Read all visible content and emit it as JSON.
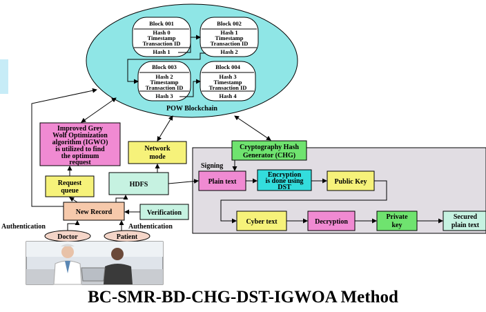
{
  "title": "BC-SMR-BD-CHG-DST-IGWOA Method",
  "blockchain": {
    "label": "POW Blockchain",
    "blocks": [
      {
        "name": "Block 001",
        "lines": [
          "Hash 0",
          "Timestamp",
          "Transaction ID"
        ],
        "footer": "Hash 1"
      },
      {
        "name": "Block 002",
        "lines": [
          "Hash 1",
          "Timestamp",
          "Transaction ID"
        ],
        "footer": "Hash 2"
      },
      {
        "name": "Block 003",
        "lines": [
          "Hash 2",
          "Timestamp",
          "Transaction ID"
        ],
        "footer": "Hash 3"
      },
      {
        "name": "Block 004",
        "lines": [
          "Hash 3",
          "Timestamp",
          "Transaction ID"
        ],
        "footer": "Hash 4"
      }
    ]
  },
  "igwo": {
    "lines": [
      "Improved Grey",
      "Wolf Optimization",
      "algorithm (IGWO)",
      "is utilized to find",
      "the optimum",
      "request"
    ]
  },
  "network_mode": {
    "lines": [
      "Network",
      "mode"
    ]
  },
  "request_queue": {
    "lines": [
      "Request",
      "queue"
    ]
  },
  "hdfs": "HDFS",
  "new_record": "New Record",
  "verification": "Verification",
  "authentication_left": "Authentication",
  "authentication_right": "Authentication",
  "doctor": "Doctor",
  "patient": "Patient",
  "chg": {
    "lines": [
      "Cryptography Hash",
      "Generator (CHG)"
    ]
  },
  "signing": "Signing",
  "plain_text": "Plain text",
  "encryption": {
    "lines": [
      "Encryption",
      "is done using",
      "DST"
    ]
  },
  "public_key": "Public Key",
  "cyber_text": "Cyber text",
  "decryption": "Decryption",
  "private_key": {
    "lines": [
      "Private",
      "key"
    ]
  },
  "secured": {
    "lines": [
      "Secured",
      "plain text"
    ]
  },
  "colors": {
    "ellipse": "#8fe6e6",
    "pink": "#f08ad2",
    "yellow": "#f6f27a",
    "green": "#6fe36f",
    "mint": "#c6f2e1",
    "cyan": "#33dddd",
    "salmon": "#f6c9ab",
    "crypto_panel": "#e1dde3",
    "oval": "#f4d5c8",
    "accent_bar": "#c7ecf7"
  }
}
